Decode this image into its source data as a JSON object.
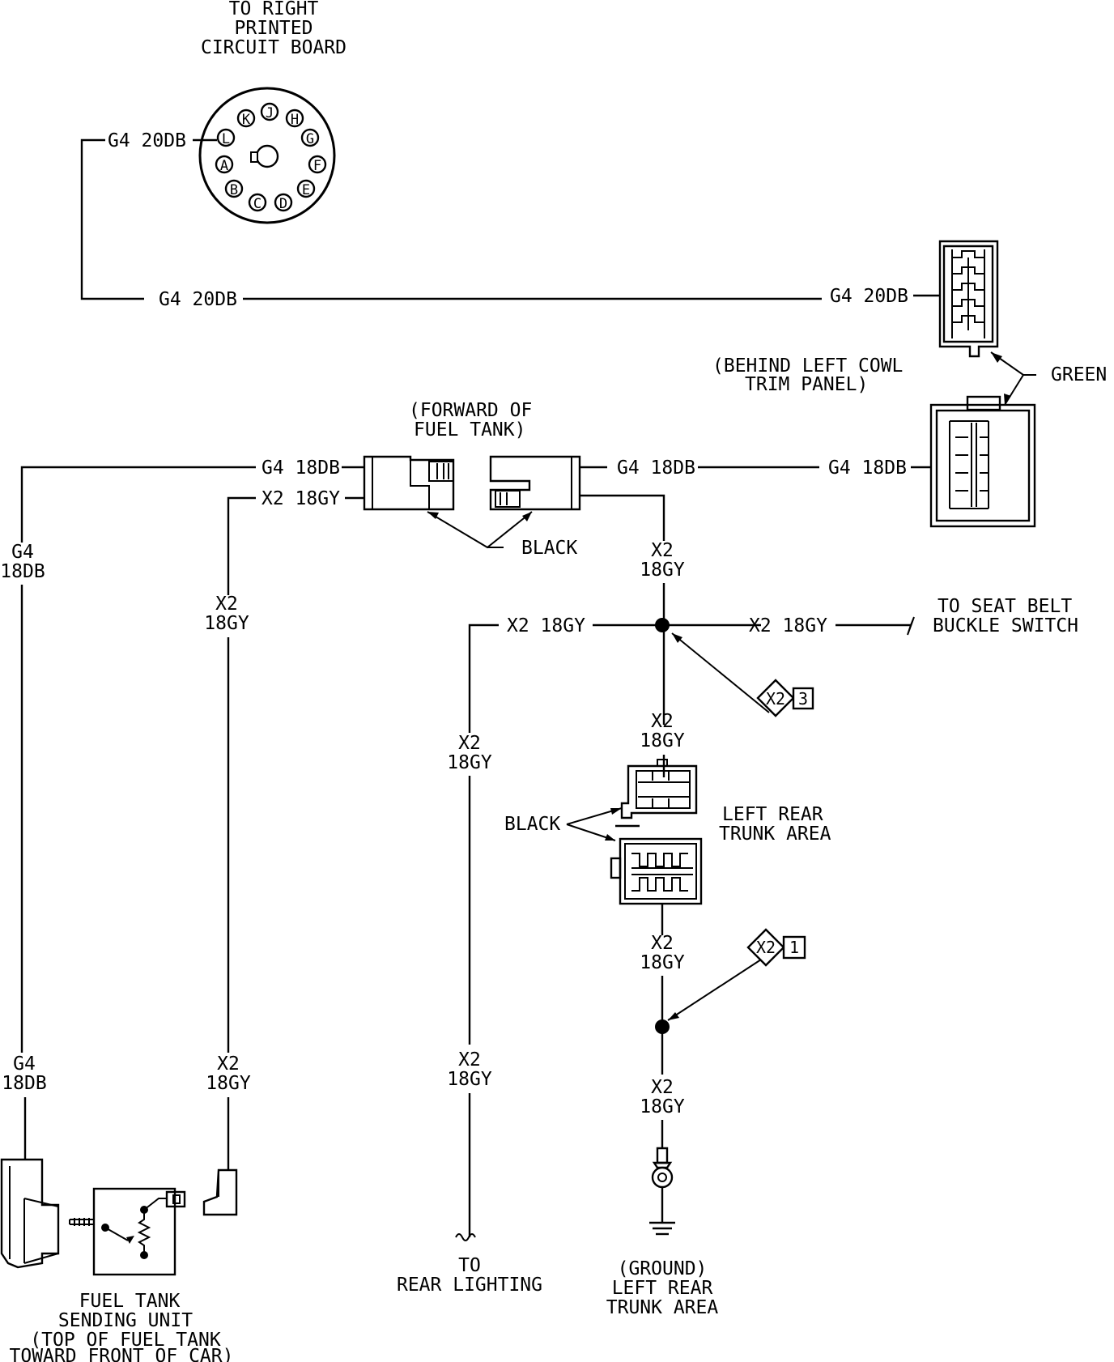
{
  "labels": {
    "to_right_pcb": [
      "TO RIGHT",
      "PRINTED",
      "CIRCUIT BOARD"
    ],
    "g4_20db": "G4 20DB",
    "g4_18db": "G4 18DB",
    "x2_18gy": "X2 18GY",
    "x2": "X2",
    "g4": "G4",
    "18db": "18DB",
    "18gy": "18GY",
    "behind_cowl": [
      "(BEHIND LEFT COWL",
      "TRIM PANEL)"
    ],
    "green": "GREEN",
    "forward_tank": [
      "(FORWARD OF",
      "FUEL TANK)"
    ],
    "black": "BLACK",
    "seat_belt": [
      "TO SEAT BELT",
      "BUCKLE SWITCH"
    ],
    "left_rear_trunk": [
      "LEFT REAR",
      "TRUNK AREA"
    ],
    "splice_top_id": "X2",
    "splice_top_num": "3",
    "splice_bottom_id": "X2",
    "splice_bottom_num": "1",
    "rear_lighting": [
      "TO",
      "REAR LIGHTING"
    ],
    "ground": [
      "(GROUND)",
      "LEFT REAR",
      "TRUNK AREA"
    ],
    "fuel_sender": [
      "FUEL TANK",
      "SENDING UNIT",
      "(TOP OF FUEL TANK",
      "TOWARD FRONT OF CAR)"
    ]
  },
  "pcb_connector_pins": [
    "K",
    "J",
    "H",
    "L",
    "G",
    "A",
    "F",
    "B",
    "E",
    "C",
    "D"
  ]
}
